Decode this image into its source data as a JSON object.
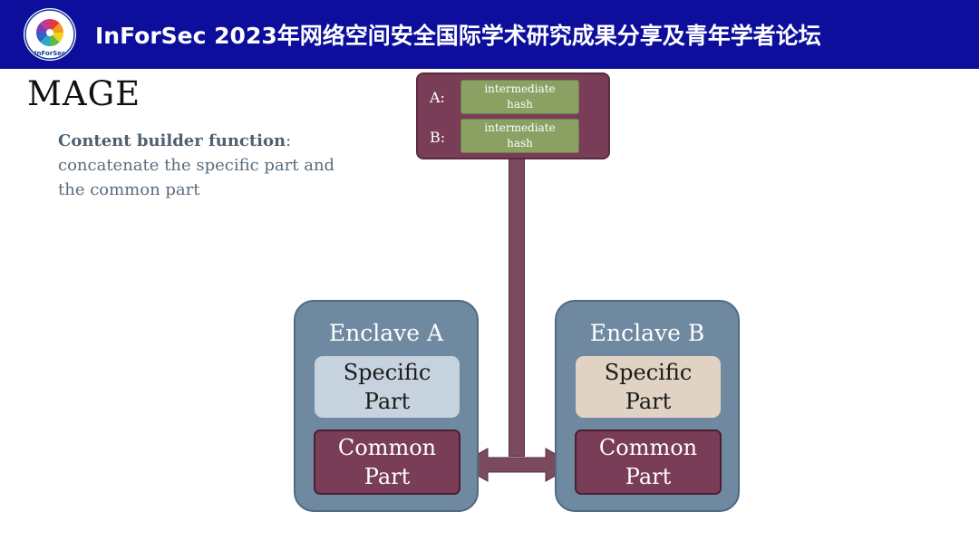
{
  "banner": {
    "title": "InForSec 2023年网络空间安全国际学术研究成果分享及青年学者论坛",
    "logo_text": "InForSec",
    "background": "#0d0f9c"
  },
  "slide": {
    "title": "MAGE",
    "description": {
      "bold": "Content builder function",
      "colon": ":",
      "line2": "concatenate the specific part and",
      "line3": "the common part"
    }
  },
  "diagram": {
    "hash_box": {
      "rows": [
        {
          "label": "A:",
          "chip_line1": "intermediate",
          "chip_line2": "hash"
        },
        {
          "label": "B:",
          "chip_line1": "intermediate",
          "chip_line2": "hash"
        }
      ]
    },
    "enclaves": [
      {
        "title": "Enclave A",
        "specific_line1": "Specific",
        "specific_line2": "Part",
        "common_line1": "Common",
        "common_line2": "Part"
      },
      {
        "title": "Enclave B",
        "specific_line1": "Specific",
        "specific_line2": "Part",
        "common_line1": "Common",
        "common_line2": "Part"
      }
    ],
    "colors": {
      "hash_box": "#7a3d58",
      "chip": "#8aa163",
      "enclave": "#6f8aa0",
      "specific_a": "#c6d2dd",
      "specific_b": "#e0d3c3",
      "common": "#7a3d58",
      "arrow": "#7a4a5f"
    }
  }
}
